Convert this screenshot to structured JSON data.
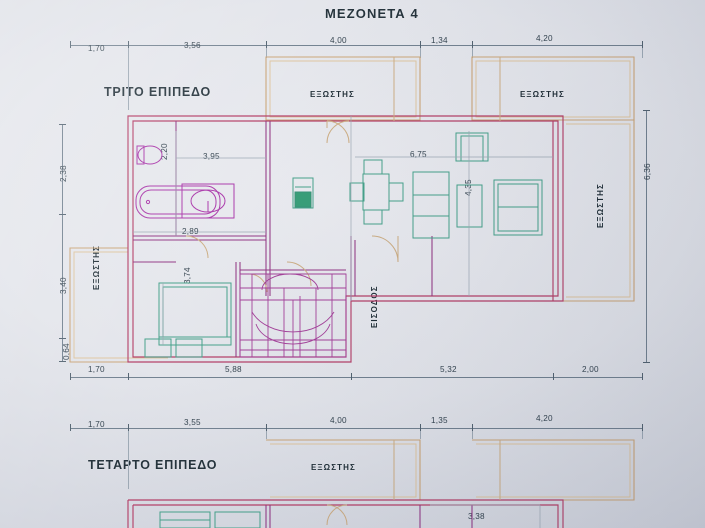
{
  "sheet": {
    "title": "ΜΕΖΟΝΕΤΑ  4",
    "background_color": "#e2e4ea",
    "wall_color": "#b23a63",
    "balcony_color": "#c9a273",
    "furniture_color": "#3f9e86",
    "fixture_color": "#a833a8",
    "dimension_color": "#2c3c48"
  },
  "plans": [
    {
      "level_label": "ΤΡΙΤΟ ΕΠΙΠΕΔΟ",
      "rooms": [
        {
          "name": "ΕΞΩΣΤΗΣ",
          "position": "top-center",
          "orientation": "horizontal"
        },
        {
          "name": "ΕΞΩΣΤΗΣ",
          "position": "top-right",
          "orientation": "horizontal"
        },
        {
          "name": "ΕΞΩΣΤΗΣ",
          "position": "right",
          "orientation": "vertical"
        },
        {
          "name": "ΕΞΩΣΤΗΣ",
          "position": "left",
          "orientation": "vertical"
        },
        {
          "name": "ΕΙΣΟΔΟΣ",
          "position": "bottom-center",
          "orientation": "vertical"
        }
      ],
      "dimensions": {
        "top_chain": [
          "1,70",
          "3,56",
          "4,00",
          "1,34",
          "4,20"
        ],
        "bottom_chain": [
          "1,70",
          "5,88",
          "5,32",
          "2,00"
        ],
        "left_chain": [
          "2,38",
          "3,40",
          "0,64"
        ],
        "right_chain": [
          "6,36"
        ],
        "interior": [
          "2,20",
          "3,95",
          "2,89",
          "6,75",
          "4,35",
          "3,74"
        ]
      }
    },
    {
      "level_label": "ΤΕΤΑΡΤΟ ΕΠΙΠΕΔΟ",
      "rooms": [
        {
          "name": "ΕΞΩΣΤΗΣ",
          "position": "top-center",
          "orientation": "horizontal"
        }
      ],
      "dimensions": {
        "top_chain": [
          "1,70",
          "3,55",
          "4,00",
          "1,35",
          "4,20"
        ],
        "interior": [
          "3,38"
        ]
      }
    }
  ]
}
